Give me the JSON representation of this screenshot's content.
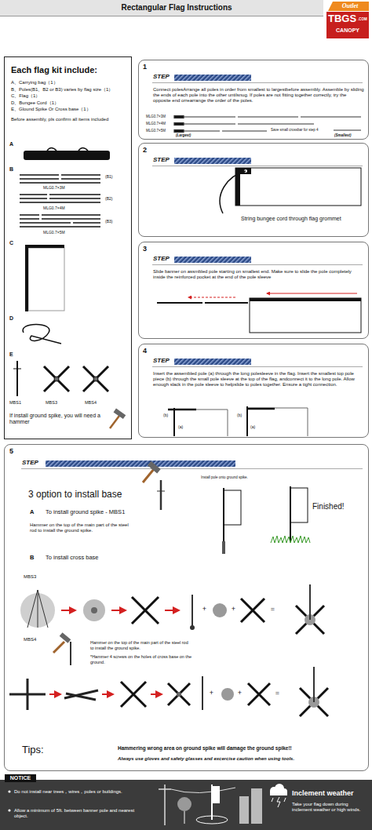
{
  "diagram": {
    "title": "Rectangular Flag Instructions",
    "nodes": [
      {
        "text": [
          "Each flag kit include:",
          "A、Carrying bag（1）",
          "B、Poles(B1、B2 or B3) varies by flag size（1）",
          "C、Flag（1）",
          "D、Bungee Cord（1）",
          "E、Glound Spike Or Cross base（1）",
          "Before assembly, pls confirm all items included"
        ]
      },
      {
        "text": [
          "1",
          "STEP",
          "Connect polesArrange all poles in order from smallest to largestbefore assembly. Assemble by sliding the ends of each pole into the other untilsnug. If poles are not fitting together correctly, try the opposite end orrearrange the order of the poles."
        ]
      },
      {
        "text": [
          "2",
          "STEP",
          "String bungee cord through flag grommet"
        ]
      },
      {
        "text": [
          "3",
          "STEP",
          "Slide banner on assmbled pole starting on smallest end. Make sure to slide the pole completely inside the reinforced pocket at the end of the pole sleeve"
        ]
      },
      {
        "text": [
          "4",
          "STEP",
          "Insert the assembled pole (a) through the long polesleeve in the flag. Insert the smallest top pole piece (b) through the small pole sleeve at the top of the flag, andconnect it to the long pole. Allow enough slack in the pole sleeve to helpslide to poles together. Ensure a tight connection."
        ]
      },
      {
        "text": [
          "5",
          "STEP",
          "3 option to install base"
        ]
      },
      {
        "text": [
          "NOTICE",
          "Do not install near trees，wires，poles or buildings.",
          "Allow a minimum of 5ft. between banner pole and nearest object.",
          "Inclement weather",
          "Take your flag down during inclement weather or high winds."
        ]
      }
    ],
    "labels": [
      "Outlet",
      "TBGS",
      ".COM",
      "CANOPY",
      "A",
      "B",
      "(B1)",
      "MLG0.7×3M",
      "(B2)",
      "MLG0.7×4M",
      "(B3)",
      "MLG0.7×5M",
      "C",
      "D",
      "E",
      "MBS1",
      "MBS3",
      "MBS4",
      "If install ground spike, you will need a hammer",
      "MLG0.7×3M",
      "MLG0.7×4M",
      "MLG0.7×5M",
      "(Largest)",
      "Save small crossbar for step 4",
      "(Smallest)",
      "(b)",
      "(a)",
      "(b)",
      "(a)",
      "Install pole onto ground spike.",
      "A",
      "To install ground spike - MBS1",
      "Hammer on the top of the main part of the steel rod to install the ground spike.",
      "Finished!",
      "B",
      "To install cross base",
      "MBS3",
      "MBS4",
      "Hammer on the top of the main part of the steel rod to install the ground spike.",
      "*Hammer 4 screws on the holes of cross base on the ground.",
      "+",
      "+",
      "=",
      "+",
      "+",
      "=",
      "Tips:",
      "Hammering wrong area on ground spike will damage the ground spike!!",
      "Always use gloves and safety glasses and excercise caution when using tools."
    ]
  }
}
